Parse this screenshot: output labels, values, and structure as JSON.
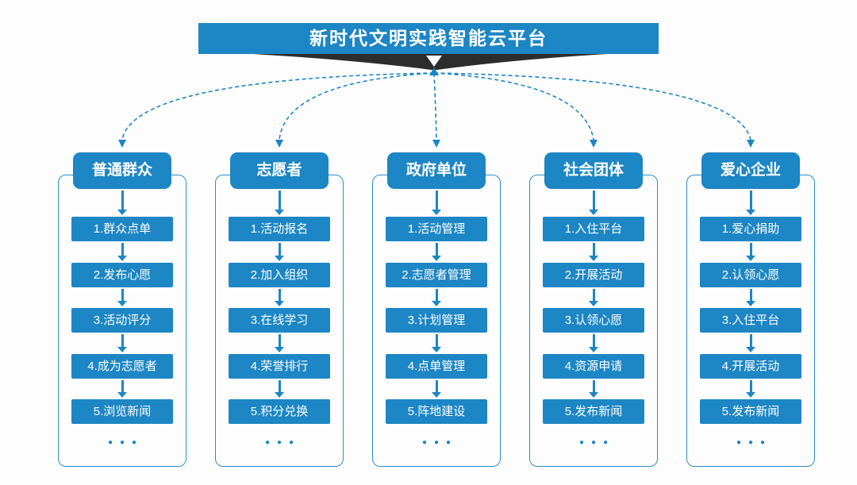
{
  "title": "新时代文明实践智能云平台",
  "colors": {
    "accent_blue": "#1d86c4",
    "outline_blue": "#2d8ecb",
    "ribbon_dark": "#2d2d2d"
  },
  "more_dots": "●●●",
  "columns": [
    {
      "title": "普通群众",
      "items": [
        "1.群众点单",
        "2.发布心愿",
        "3.活动评分",
        "4.成为志愿者",
        "5.浏览新闻"
      ]
    },
    {
      "title": "志愿者",
      "items": [
        "1.活动报名",
        "2.加入组织",
        "3.在线学习",
        "4.荣誉排行",
        "5.积分兑换"
      ]
    },
    {
      "title": "政府单位",
      "items": [
        "1.活动管理",
        "2.志愿者管理",
        "3.计划管理",
        "4.点单管理",
        "5.阵地建设"
      ]
    },
    {
      "title": "社会团体",
      "items": [
        "1.入住平台",
        "2.开展活动",
        "3.认领心愿",
        "4.资源申请",
        "5.发布新闻"
      ]
    },
    {
      "title": "爱心企业",
      "items": [
        "1.爱心捐助",
        "2.认领心愿",
        "3.入住平台",
        "4.开展活动",
        "5.发布新闻"
      ]
    }
  ]
}
